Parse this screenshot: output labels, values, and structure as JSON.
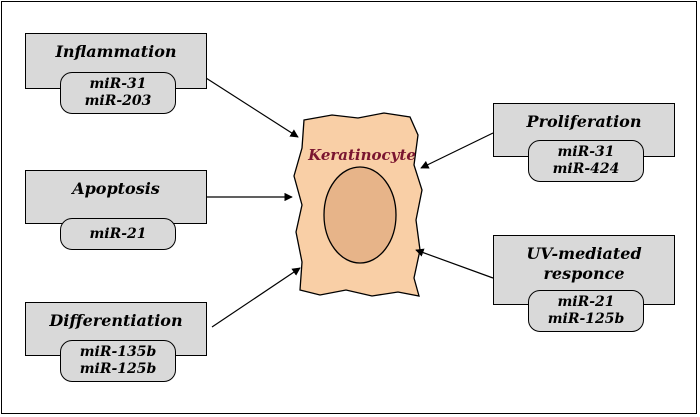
{
  "cell": {
    "title": "Keratinocyte"
  },
  "factors": [
    {
      "title": "Inflammation",
      "mirnas": [
        "miR-31",
        "miR-203"
      ]
    },
    {
      "title": "Apoptosis",
      "mirnas": [
        "miR-21"
      ]
    },
    {
      "title": "Differentiation",
      "mirnas": [
        "miR-135b",
        "miR-125b"
      ]
    },
    {
      "title": "Proliferation",
      "mirnas": [
        "miR-31",
        "miR-424"
      ]
    },
    {
      "title": "UV-mediated\nresponce",
      "mirnas": [
        "miR-21",
        "miR-125b"
      ]
    }
  ],
  "colors": {
    "box_fill": "#d9d9d9",
    "cell_fill": "#f9cfa6",
    "nucleus_fill": "#e7b489",
    "title_color": "#7a1530"
  }
}
